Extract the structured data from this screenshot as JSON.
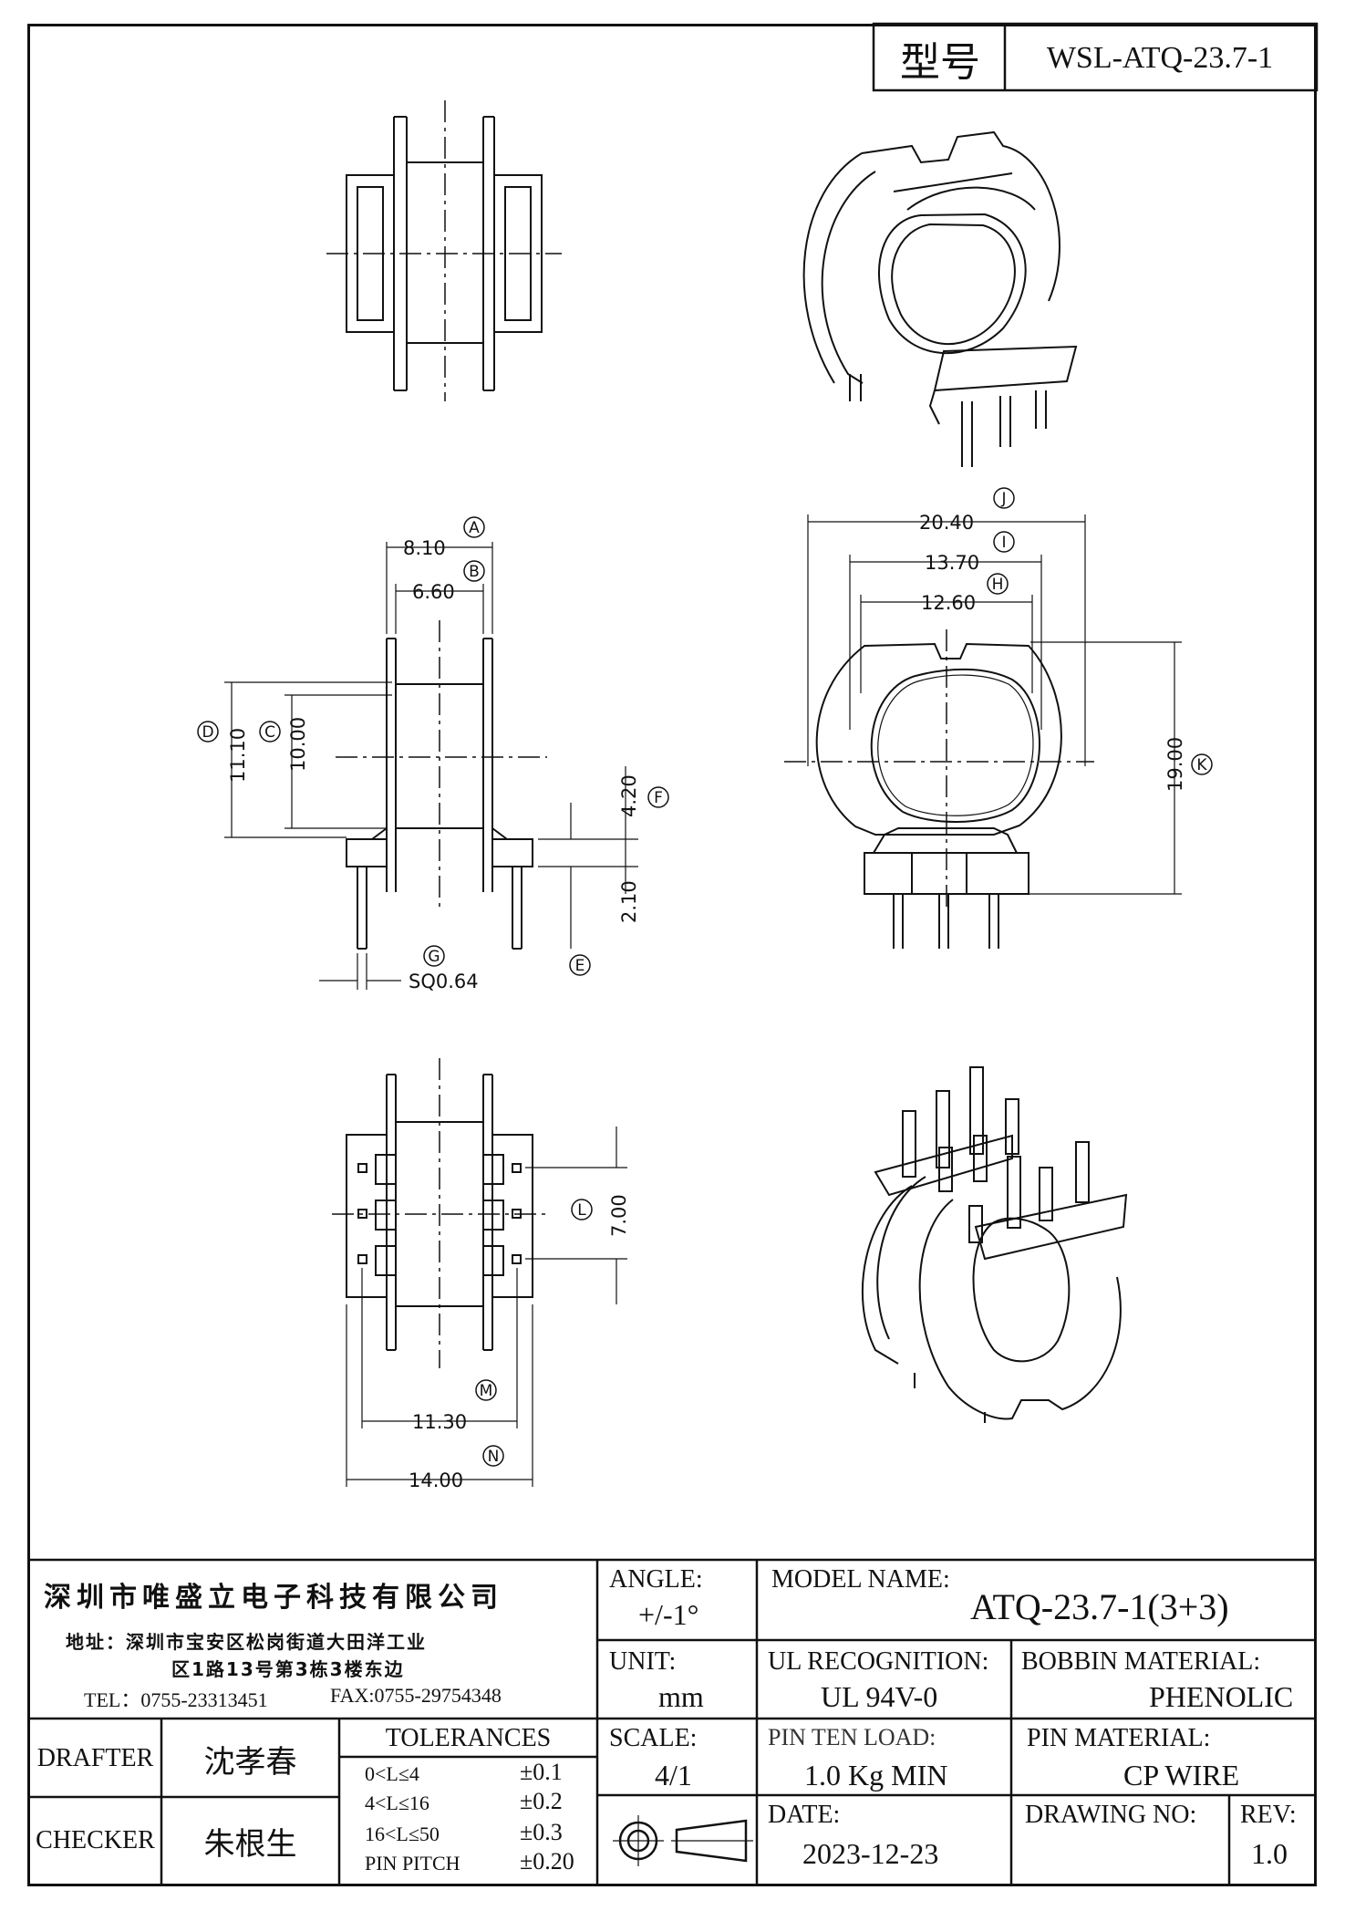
{
  "header": {
    "model_label": "型号",
    "model_value": "WSL-ATQ-23.7-1"
  },
  "dimensions": {
    "a": "8.10",
    "b": "6.60",
    "c": "10.00",
    "d": "11.10",
    "e": "2.10",
    "f": "4.20",
    "g": "SQ0.64",
    "j": "20.40",
    "i": "13.70",
    "h": "12.60",
    "k": "19.00",
    "l": "7.00",
    "m": "11.30",
    "n": "14.00"
  },
  "callouts": {
    "a": "A",
    "b": "B",
    "c": "C",
    "d": "D",
    "e": "E",
    "f": "F",
    "g": "G",
    "h": "H",
    "i": "I",
    "j": "J",
    "k": "K",
    "l": "L",
    "m": "M",
    "n": "N"
  },
  "title_block": {
    "company": "深圳市唯盛立电子科技有限公司",
    "address_line1": "地址：深圳市宝安区松岗街道大田洋工业",
    "address_line2": "区1路13号第3栋3楼东边",
    "tel": "TEL：0755-23313451",
    "fax": "FAX:0755-29754348",
    "angle_label": "ANGLE:",
    "angle_value": "+/-1°",
    "model_name_label": "MODEL NAME:",
    "model_name_value": "ATQ-23.7-1(3+3)",
    "unit_label": "UNIT:",
    "unit_value": "mm",
    "ul_label": "UL RECOGNITION:",
    "ul_value": "UL 94V-0",
    "bobbin_label": "BOBBIN MATERIAL:",
    "bobbin_value": "PHENOLIC",
    "drafter_label": "DRAFTER",
    "drafter_value": "沈孝春",
    "checker_label": "CHECKER",
    "checker_value": "朱根生",
    "tolerances_label": "TOLERANCES",
    "tolerances": [
      {
        "range": "0<L≤4",
        "value": "±0.1"
      },
      {
        "range": "4<L≤16",
        "value": "±0.2"
      },
      {
        "range": "16<L≤50",
        "value": "±0.3"
      },
      {
        "range": "PIN PITCH",
        "value": "±0.20"
      }
    ],
    "scale_label": "SCALE:",
    "scale_value": "4/1",
    "pin_load_label": "PIN TEN LOAD:",
    "pin_load_value": "1.0 Kg MIN",
    "pin_material_label": "PIN MATERIAL:",
    "pin_material_value": "CP WIRE",
    "date_label": "DATE:",
    "date_value": "2023-12-23",
    "drawing_no_label": "DRAWING NO:",
    "drawing_no_value": "",
    "rev_label": "REV:",
    "rev_value": "1.0"
  }
}
